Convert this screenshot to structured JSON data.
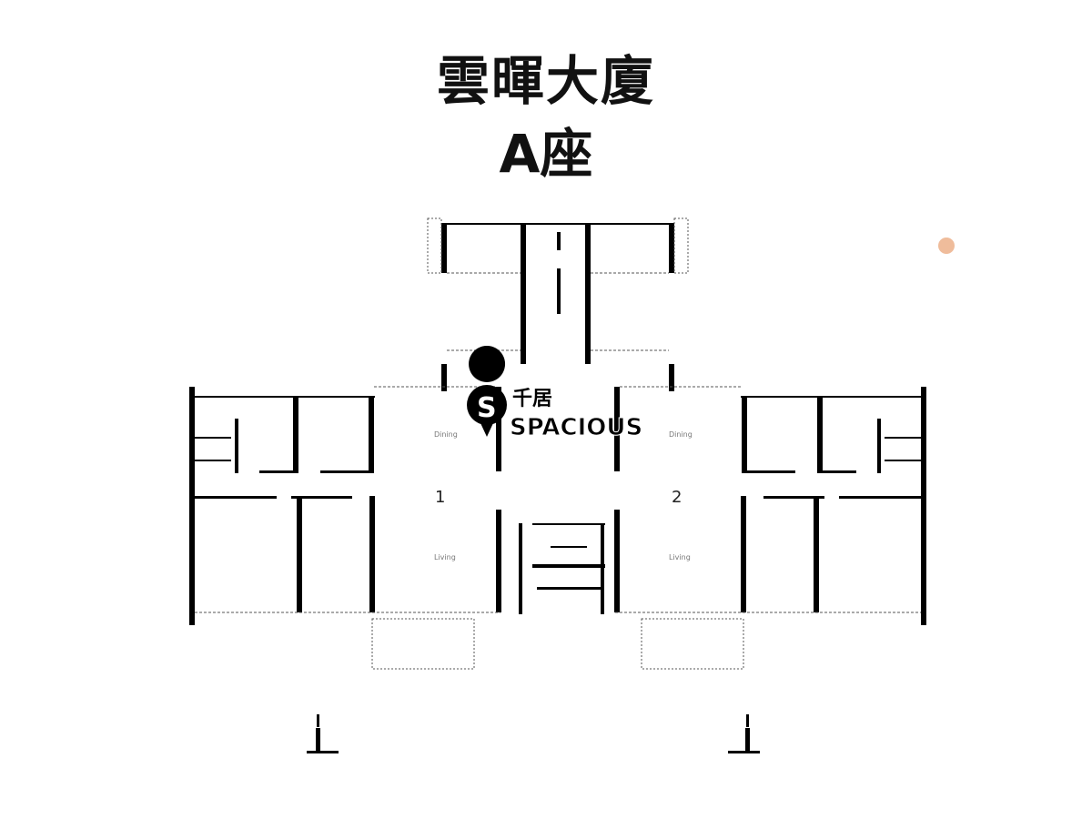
{
  "title": {
    "building": "雲暉大廈",
    "block": "A座"
  },
  "units": [
    {
      "number": "1",
      "rooms": {
        "dining": "Dining",
        "living": "Living"
      }
    },
    {
      "number": "2",
      "rooms": {
        "dining": "Dining",
        "living": "Living"
      }
    }
  ],
  "watermark": {
    "brand_cn": "千居",
    "brand_en": "SPACIOUS",
    "logo_letter": "S"
  },
  "colors": {
    "wall": "#000000",
    "text": "#111111",
    "watermark_dot": "#e8a070"
  }
}
